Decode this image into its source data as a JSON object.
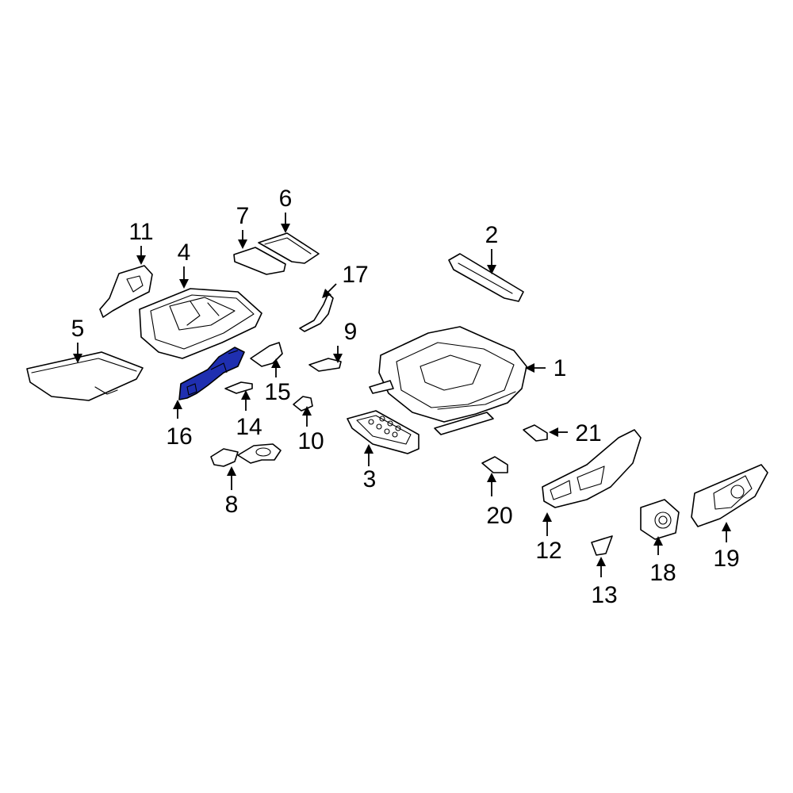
{
  "diagram": {
    "highlight_color": "#1f2fb0",
    "line_color": "#000000",
    "background": "#ffffff",
    "highlighted_callout": "16",
    "callouts": [
      "1",
      "2",
      "3",
      "4",
      "5",
      "6",
      "7",
      "8",
      "9",
      "10",
      "11",
      "12",
      "13",
      "14",
      "15",
      "16",
      "17",
      "18",
      "19",
      "20",
      "21"
    ]
  }
}
